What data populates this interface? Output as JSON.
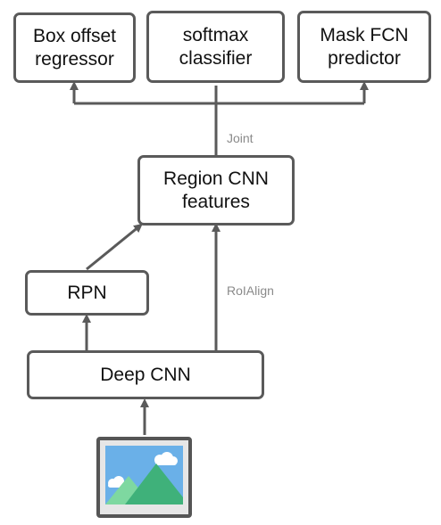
{
  "nodes": {
    "box_offset": {
      "line1": "Box offset",
      "line2": "regressor"
    },
    "softmax": {
      "line1": "softmax",
      "line2": "classifier"
    },
    "mask_fcn": {
      "line1": "Mask FCN",
      "line2": "predictor"
    },
    "region_cnn": {
      "line1": "Region CNN",
      "line2": "features"
    },
    "rpn": {
      "label": "RPN"
    },
    "deep_cnn": {
      "label": "Deep CNN"
    }
  },
  "edge_labels": {
    "joint": "Joint",
    "roialign": "RoIAlign"
  },
  "input_image": {
    "icon": "image-icon"
  },
  "colors": {
    "stroke": "#5a5a5a",
    "label_gray": "#8a8a8a",
    "sky": "#6ab0e8",
    "mountain_light": "#7ed8a0",
    "mountain_dark": "#3fb17a"
  }
}
